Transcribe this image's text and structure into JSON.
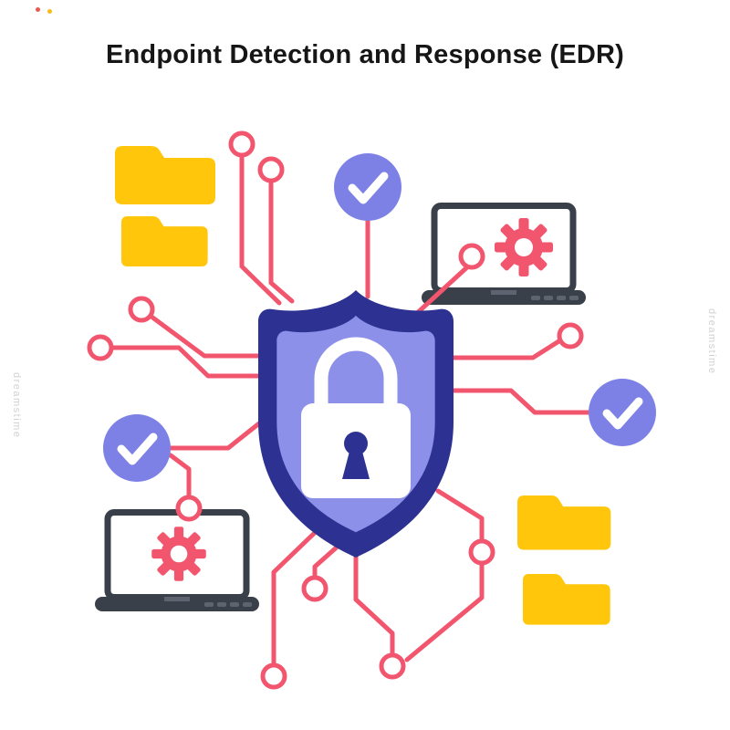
{
  "title": "Endpoint Detection and Response (EDR)",
  "watermark": {
    "left_text": "dreamstime",
    "right_text": "dreamstime"
  },
  "icons": {
    "center": "shield-lock-icon",
    "connectors": "circuit-trace",
    "terminals": "circuit-node",
    "storage": "folder-icon",
    "devices": "laptop-icon",
    "settings": "gear-icon",
    "status": "checkmark-circle-icon"
  },
  "colors": {
    "background": "#ffffff",
    "title": "#161616",
    "circuit": "#f2566e",
    "node_fill": "#ffffff",
    "shield": "#2d3192",
    "shield_inner": "#8c90e8",
    "lock": "#ffffff",
    "keyhole": "#2d3192",
    "folder": "#ffc60b",
    "laptop": "#3a4049",
    "laptop_screen": "#ffffff",
    "laptop_vent": "#5d6470",
    "check_circle": "#7d81e6",
    "check_mark": "#ffffff",
    "watermark": "#c9c9c9",
    "corner_dot_1": "#e8483f",
    "corner_dot_2": "#f7b500"
  }
}
